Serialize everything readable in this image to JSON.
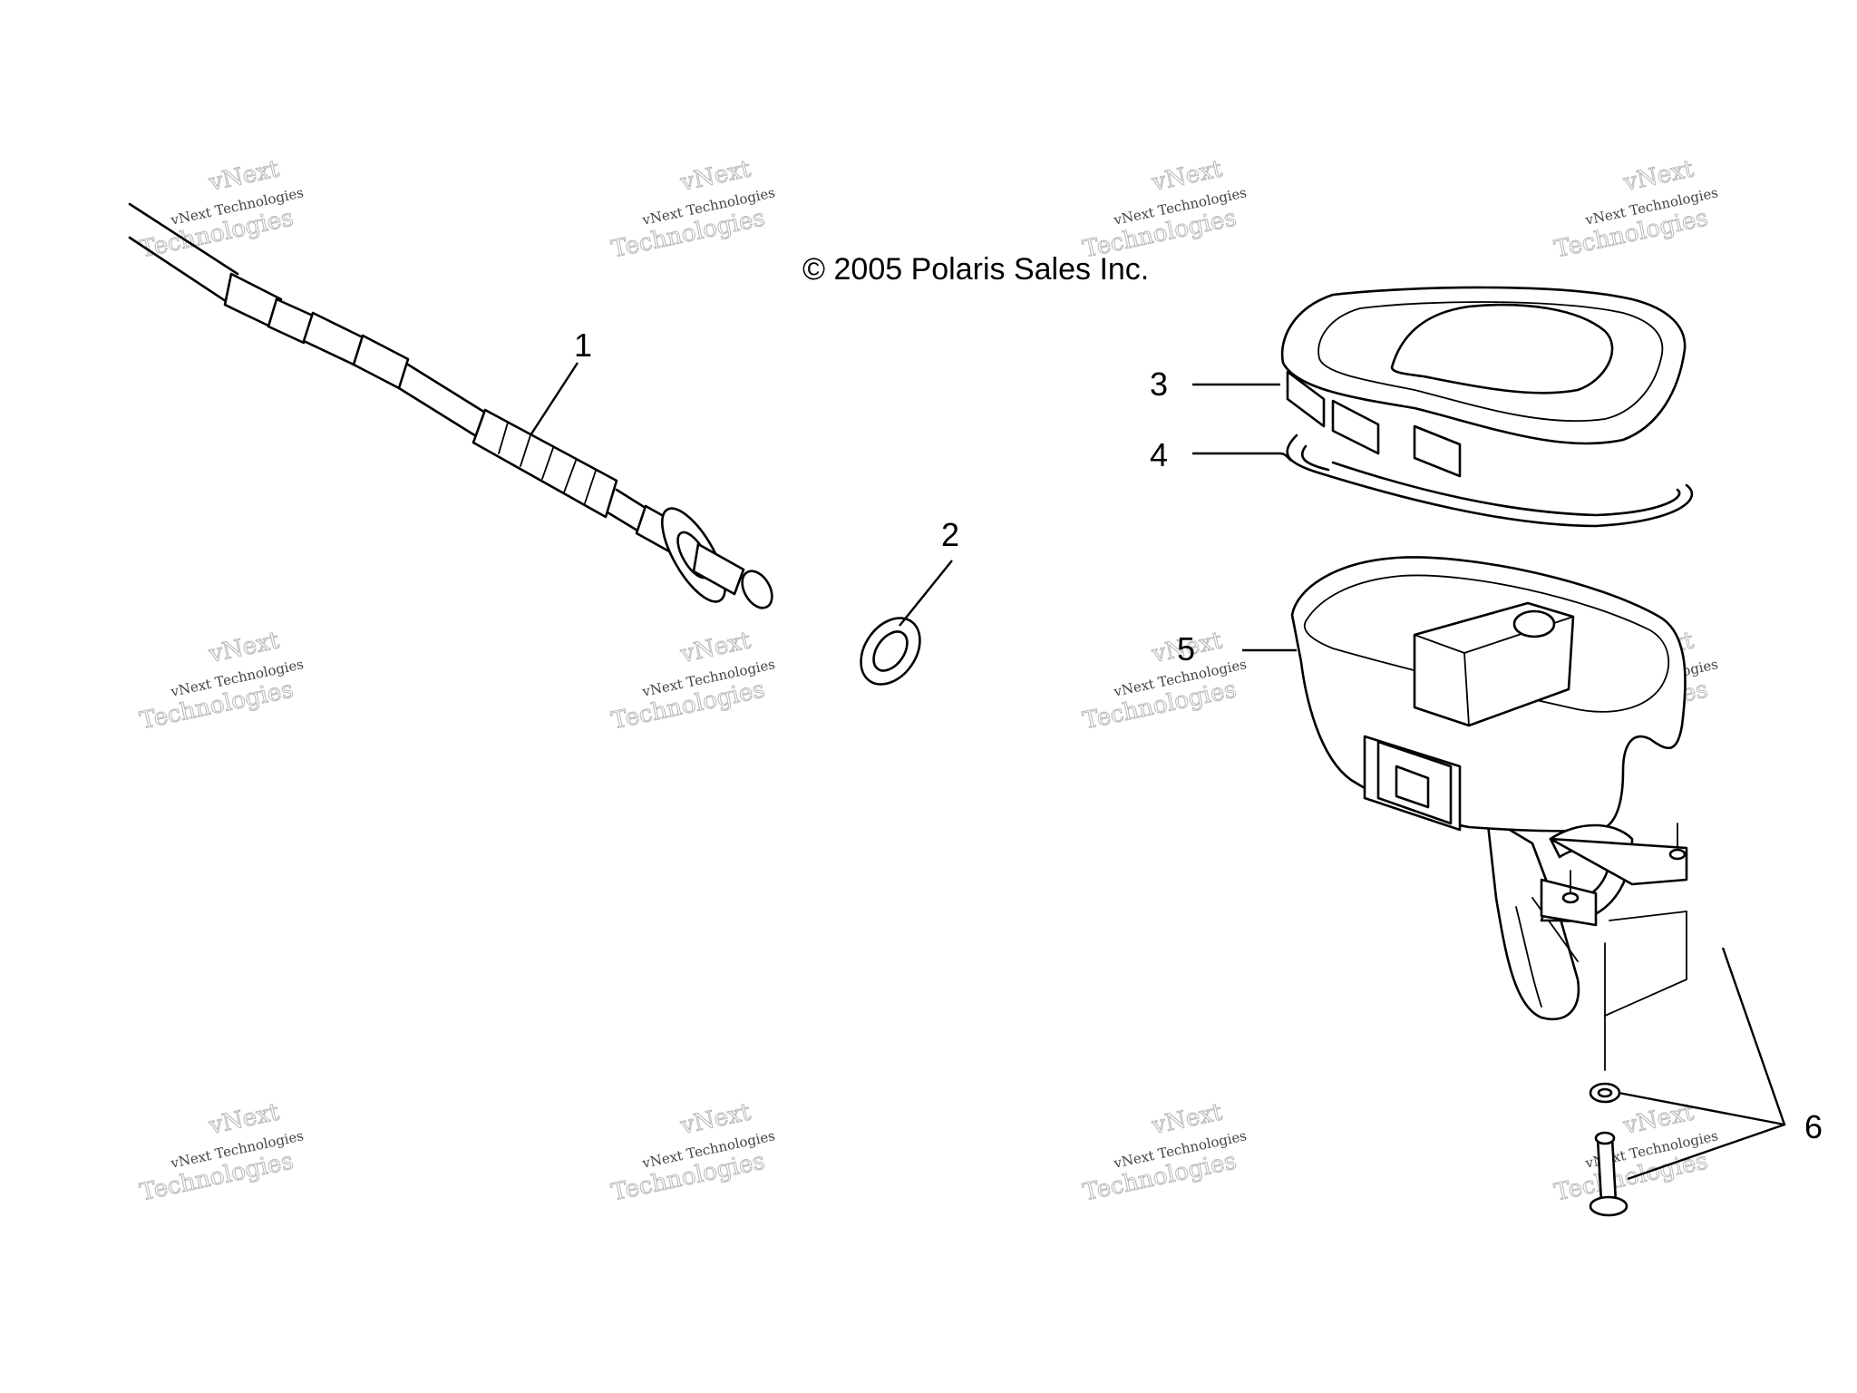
{
  "copyright": "© 2005 Polaris Sales Inc.",
  "watermark": {
    "top": "vNext",
    "middle": "vNext Technologies",
    "bottom": "Technologies"
  },
  "callouts": {
    "c1": "1",
    "c2": "2",
    "c3": "3",
    "c4": "4",
    "c5": "5",
    "c6": "6"
  }
}
